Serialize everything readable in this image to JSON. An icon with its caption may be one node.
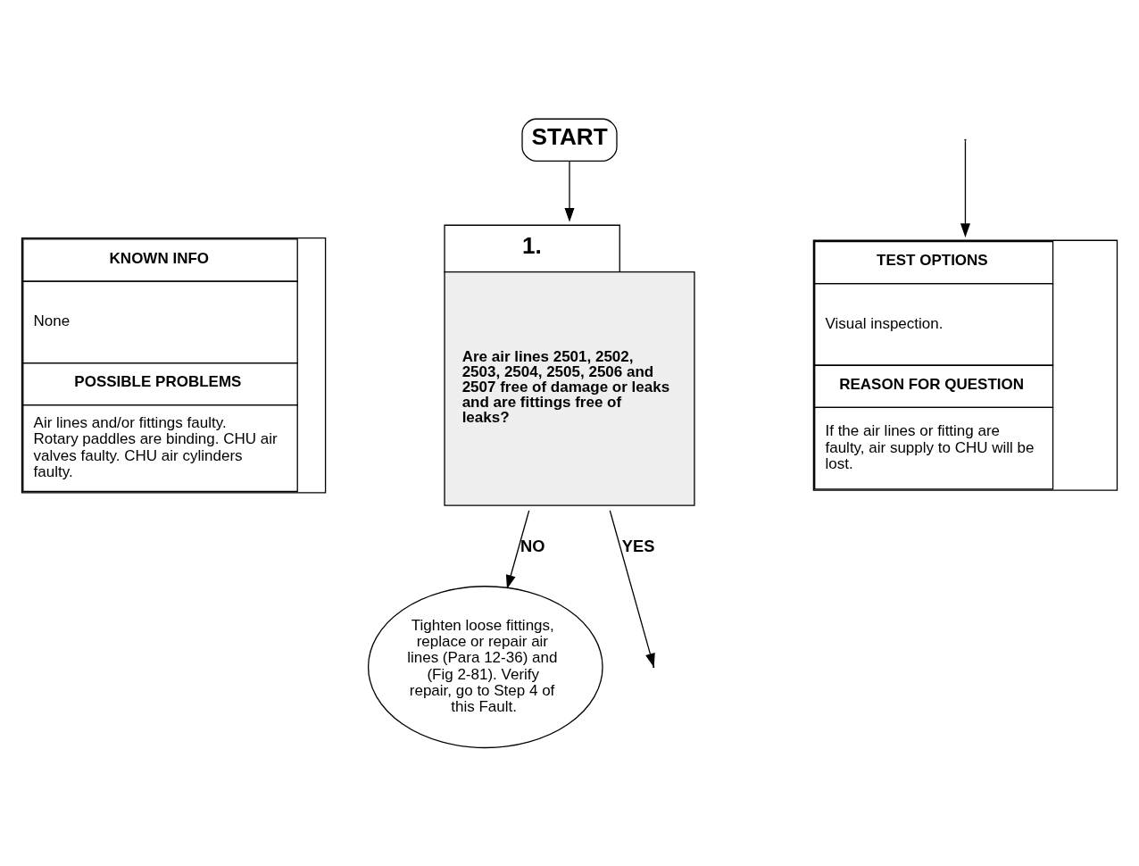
{
  "diagram": {
    "nodes": [
      {
        "text": [
          "START"
        ]
      },
      {
        "text": [
          "KNOWN INFO",
          "None",
          "POSSIBLE PROBLEMS",
          "Air lines and/or fittings faulty. Rotary paddles are binding. CHU air valves faulty. CHU air cylinders faulty."
        ]
      },
      {
        "text": [
          "1.",
          "Are air lines 2501, 2502, 2503, 2504, 2505, 2506 and 2507 free of damage or leaks and are fittings free of leaks?"
        ]
      },
      {
        "text": [
          "Tighten loose fittings, replace or repair air lines (Para 12-36) and (Fig 2-81). Verify repair, go to Step 4 of this Fault."
        ]
      },
      {
        "text": [
          "TEST OPTIONS",
          "Visual inspection.",
          "REASON FOR QUESTION",
          "If the air lines or fitting are faulty, air supply to CHU will be lost."
        ]
      }
    ],
    "edges": [
      {
        "from": 0,
        "to": 2,
        "arrow": "to"
      },
      {
        "from": 2,
        "to": 3,
        "label": "NO",
        "arrow": "to"
      },
      {
        "from": 2,
        "to": null,
        "label": "YES",
        "arrow": "to"
      },
      {
        "from": null,
        "to": 4,
        "arrow": "to"
      }
    ]
  }
}
